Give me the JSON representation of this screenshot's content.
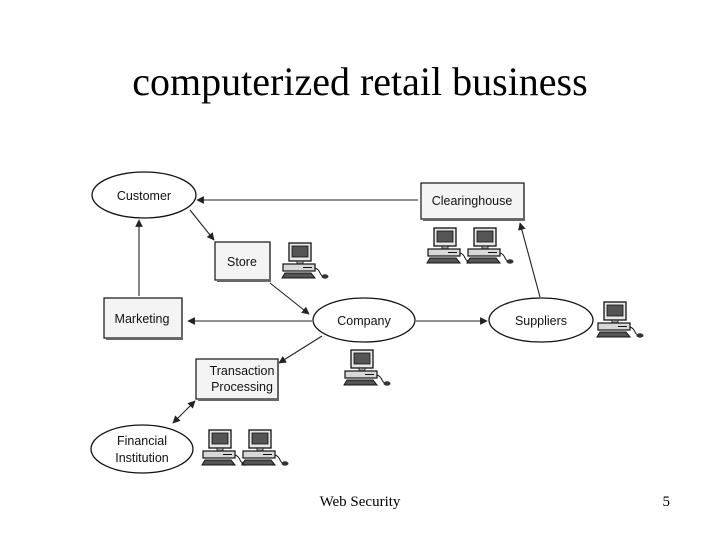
{
  "slide": {
    "title": "computerized retail business",
    "footer_text": "Web Security",
    "page_number": "5"
  },
  "nodes": {
    "customer": "Customer",
    "clearinghouse": "Clearinghouse",
    "store": "Store",
    "marketing": "Marketing",
    "company": "Company",
    "suppliers": "Suppliers",
    "transaction_line1": "Transaction",
    "transaction_line2": "Processing",
    "financial_line1": "Financial",
    "financial_line2": "Institution"
  },
  "icons": [
    "computer-icon"
  ]
}
